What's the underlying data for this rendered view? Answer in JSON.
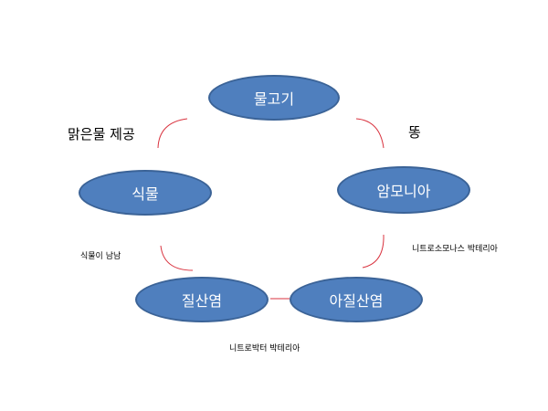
{
  "nodes": {
    "fish": "물고기",
    "ammonia": "암모니아",
    "plant": "식물",
    "nitrate": "질산염",
    "nitrite": "아질산염"
  },
  "labels": {
    "clean_water": "맑은물 제공",
    "poop": "똥",
    "nitrosomonas": "니트로소모나스 박테리아",
    "plants_grow": "식물이 남남",
    "nitrobacter": "니트로박터 박테리아"
  },
  "colors": {
    "node_fill": "#4f7fbe",
    "node_border": "#3b6397",
    "node_text": "#ffffff",
    "connector": "#d9333f"
  }
}
